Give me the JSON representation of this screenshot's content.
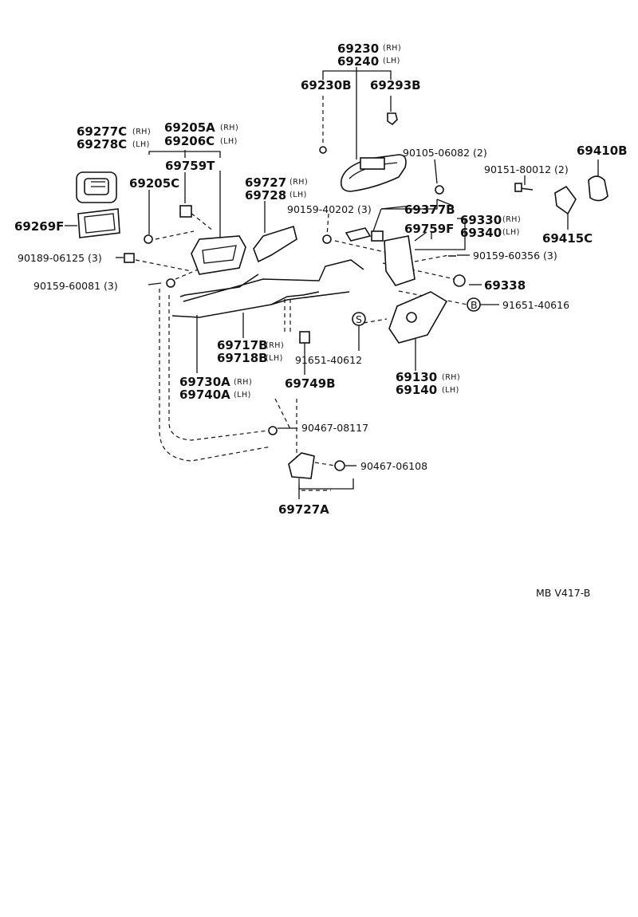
{
  "diagram": {
    "code": "MB V417-B",
    "parts": {
      "p69230": "69230",
      "p69230_side": "(RH)",
      "p69240": "69240",
      "p69240_side": "(LH)",
      "p69230B": "69230B",
      "p69293B": "69293B",
      "p90105": "90105-06082 (2)",
      "p69410B": "69410B",
      "p90151": "90151-80012 (2)",
      "p69415C": "69415C",
      "p69277C": "69277C",
      "p69277C_side": "(RH)",
      "p69278C": "69278C",
      "p69278C_side": "(LH)",
      "p69205A": "69205A",
      "p69205A_side": "(RH)",
      "p69206C": "69206C",
      "p69206C_side": "(LH)",
      "p69759T": "69759T",
      "p69205C": "69205C",
      "p69269F": "69269F",
      "p69727": "69727",
      "p69727_side": "(RH)",
      "p69728": "69728",
      "p69728_side": "(LH)",
      "p90159_40202": "90159-40202 (3)",
      "p69377B": "69377B",
      "p69330": "69330",
      "p69330_side": "(RH)",
      "p69340": "69340",
      "p69340_side": "(LH)",
      "p69759F": "69759F",
      "p90189": "90189-06125 (3)",
      "p90159_60356": "90159-60356 (3)",
      "p90159_60081": "90159-60081 (3)",
      "p69338": "69338",
      "mark_B": "B",
      "p91651_40616": "91651-40616",
      "mark_S": "S",
      "p69717B": "69717B",
      "p69717B_side": "(RH)",
      "p69718B": "69718B",
      "p69718B_side": "(LH)",
      "p91651_40612": "91651-40612",
      "p69130": "69130",
      "p69130_side": "(RH)",
      "p69140": "69140",
      "p69140_side": "(LH)",
      "p69730A": "69730A",
      "p69730A_side": "(RH)",
      "p69740A": "69740A",
      "p69740A_side": "(LH)",
      "p69749B": "69749B",
      "p90467_08117": "90467-08117",
      "p90467_06108": "90467-06108",
      "p69727A": "69727A"
    }
  }
}
